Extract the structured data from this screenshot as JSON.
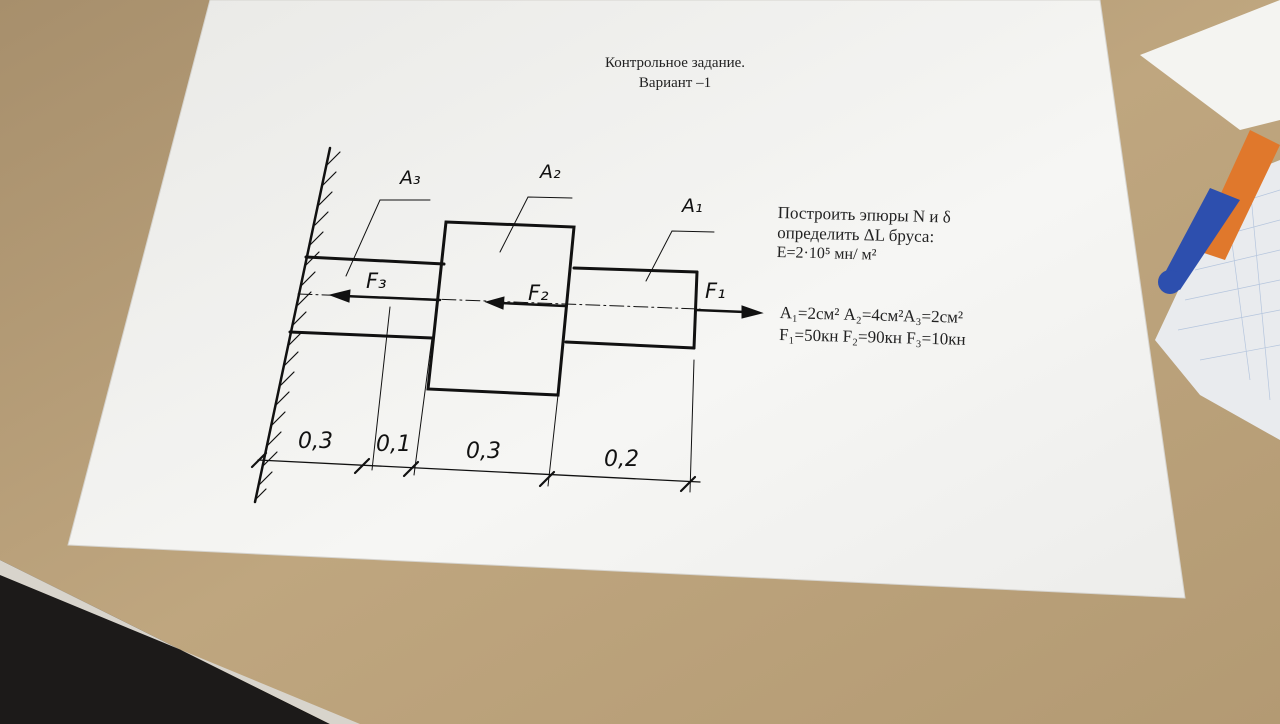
{
  "document": {
    "title_lines": [
      "Контрольное задание.",
      "Вариант –1"
    ],
    "task_lines": [
      "Построить эпюры N и δ",
      "определить ΔL бруса:",
      "E=2·10⁵ мн/ м²"
    ],
    "given_lines": [
      "A₁=2см²  A₂=4см²A₃=2см²",
      "F₁=50кн   F₂=90кн F₃=10кн"
    ]
  },
  "diagram": {
    "section_labels": [
      "A₃",
      "A₂",
      "A₁"
    ],
    "force_labels": [
      "F₃",
      "F₂",
      "F₁"
    ],
    "dimensions": [
      "0,3",
      "0,1",
      "0,3",
      "0,2"
    ]
  },
  "colors": {
    "desk": "#b89f78",
    "paper": "#f4f4f2",
    "ink": "#111111",
    "pen_orange": "#e0782c",
    "pen_blue": "#2d4fae"
  }
}
